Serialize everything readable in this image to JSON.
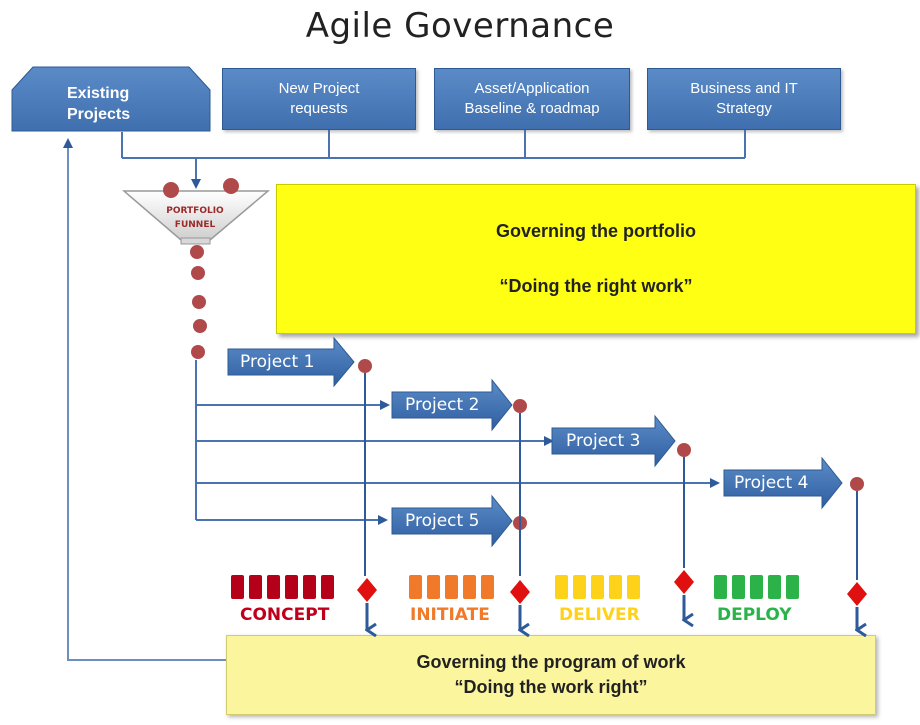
{
  "title": "Agile Governance",
  "inputs": {
    "existing": "Existing Projects",
    "new_requests": "New Project requests",
    "baseline": "Asset/Application Baseline & roadmap",
    "strategy": "Business and IT Strategy"
  },
  "funnel": {
    "line1": "PORTFOLIO",
    "line2": "FUNNEL"
  },
  "portfolio_box": {
    "line1": "Governing the portfolio",
    "line2": "“Doing the right work”"
  },
  "program_box": {
    "line1": "Governing the program of work",
    "line2": "“Doing the work right”"
  },
  "projects": [
    "Project 1",
    "Project 2",
    "Project 3",
    "Project 4",
    "Project 5"
  ],
  "phases": [
    {
      "label": "CONCEPT",
      "color": "#c0001a"
    },
    {
      "label": "INITIATE",
      "color": "#f07a2a"
    },
    {
      "label": "DELIVER",
      "color": "#ffd21a"
    },
    {
      "label": "DEPLOY",
      "color": "#2bb34a"
    }
  ],
  "colors": {
    "box_blue": "#4a7cbc",
    "line_blue": "#4a73b0",
    "dot": "#b04a4a",
    "diamond": "#e01010",
    "yellow": "#ffff14",
    "pale_yellow": "#fbf59e"
  }
}
